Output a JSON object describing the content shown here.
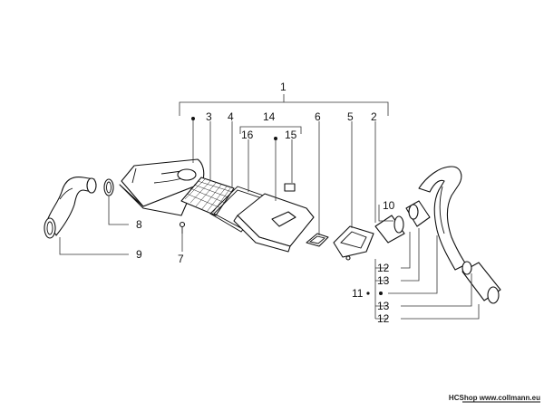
{
  "diagram": {
    "callouts": {
      "c1": "1",
      "c2": "2",
      "c3": "3",
      "c4": "4",
      "c5": "5",
      "c6": "6",
      "c7": "7",
      "c8": "8",
      "c9": "9",
      "c10": "10",
      "c11": "11",
      "c12a": "12",
      "c12b": "12",
      "c13a": "13",
      "c13b": "13",
      "c14": "14",
      "c15": "15",
      "c16": "16"
    },
    "credit": {
      "brand": "HCShop",
      "site": "www.collmann.eu"
    }
  }
}
